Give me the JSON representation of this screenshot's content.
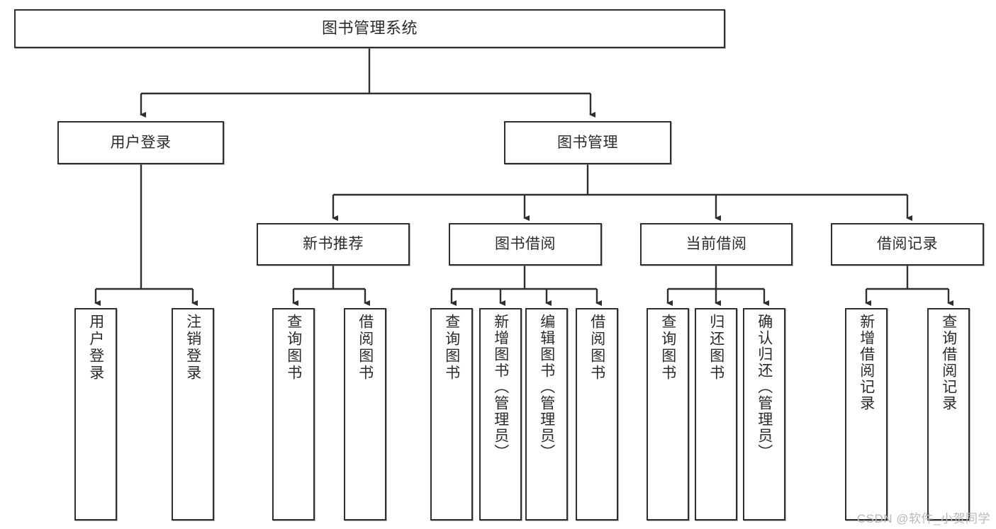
{
  "diagram": {
    "title": "图书管理系统",
    "type": "hierarchy-tree",
    "watermark": "CSDN @软件_小贺同学",
    "colors": {
      "box_border": "#2f2f2f",
      "box_fill": "#ffffff",
      "connector": "#2f2f2f",
      "text": "#2b2b2b",
      "watermark": "#b9b9b9"
    },
    "nodes": {
      "root": {
        "label": "图书管理系统",
        "orientation": "horizontal"
      },
      "level2": [
        {
          "label": "用户登录",
          "orientation": "horizontal"
        },
        {
          "label": "图书管理",
          "orientation": "horizontal"
        }
      ],
      "level3": [
        {
          "label": "新书推荐",
          "orientation": "horizontal"
        },
        {
          "label": "图书借阅",
          "orientation": "horizontal"
        },
        {
          "label": "当前借阅",
          "orientation": "horizontal"
        },
        {
          "label": "借阅记录",
          "orientation": "horizontal"
        }
      ],
      "leaves_user_login": [
        {
          "label": "用户登录",
          "orientation": "vertical"
        },
        {
          "label": "注销登录",
          "orientation": "vertical"
        }
      ],
      "leaves_new_book": [
        {
          "label": "查询图书",
          "orientation": "vertical"
        },
        {
          "label": "借阅图书",
          "orientation": "vertical"
        }
      ],
      "leaves_borrow": [
        {
          "label": "查询图书",
          "orientation": "vertical"
        },
        {
          "label": "新增图书（管理员）",
          "orientation": "vertical"
        },
        {
          "label": "编辑图书（管理员）",
          "orientation": "vertical"
        },
        {
          "label": "借阅图书",
          "orientation": "vertical"
        }
      ],
      "leaves_current": [
        {
          "label": "查询图书",
          "orientation": "vertical"
        },
        {
          "label": "归还图书",
          "orientation": "vertical"
        },
        {
          "label": "确认归还（管理员）",
          "orientation": "vertical"
        }
      ],
      "leaves_records": [
        {
          "label": "新增借阅记录",
          "orientation": "vertical"
        },
        {
          "label": "查询借阅记录",
          "orientation": "vertical"
        }
      ]
    }
  }
}
